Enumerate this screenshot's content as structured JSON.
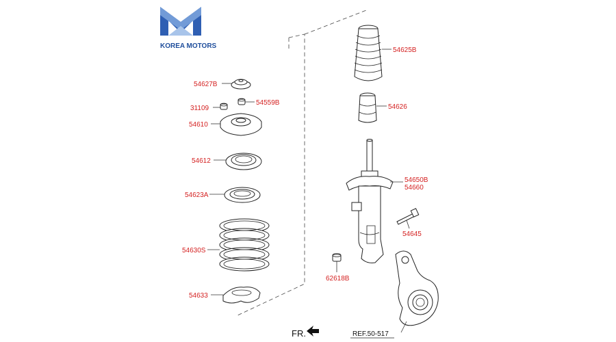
{
  "brand": {
    "name": "KOREA MOTORS",
    "logo_color": "#1f4e9c"
  },
  "labels": {
    "p54627b": "54627B",
    "p31109": "31109",
    "p54559b": "54559B",
    "p54610": "54610",
    "p54612": "54612",
    "p54623a": "54623A",
    "p54630s": "54630S",
    "p54633": "54633",
    "p54625b": "54625B",
    "p54626": "54626",
    "p54650b": "54650B",
    "p54660": "54660",
    "p54645": "54645",
    "p62618b": "62618B"
  },
  "ref_label": "REF.50-517",
  "front_label": "FR.",
  "colors": {
    "part_label": "#d42020",
    "line": "#222222"
  }
}
